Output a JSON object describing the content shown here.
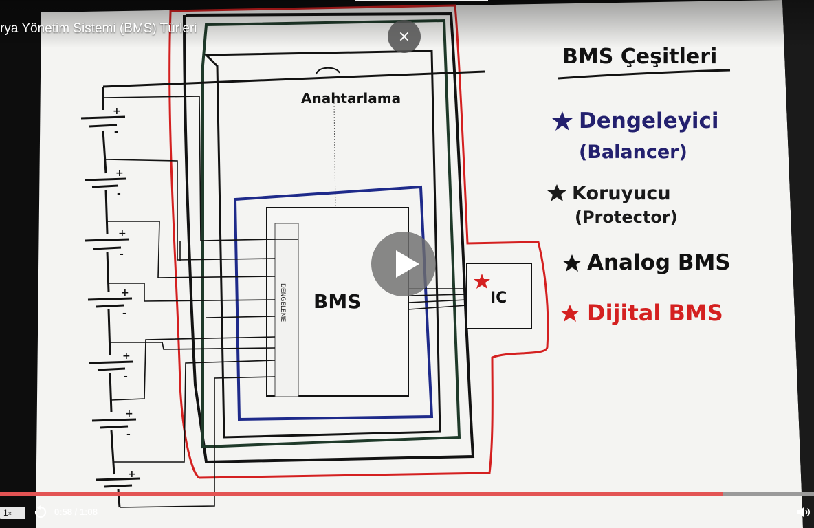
{
  "window": {
    "title": "rya Yönetim Sistemi (BMS) Türleri"
  },
  "overlay": {
    "close_icon": "close-icon",
    "close_glyph": "×",
    "play_icon": "play-icon"
  },
  "whiteboard": {
    "heading": "BMS Çeşitleri",
    "switch_label": "Anahtarlama",
    "bms_label": "BMS",
    "balancer_label": "DENGELEME",
    "ic_label": "IC",
    "types": [
      {
        "name": "Dengeleyici",
        "subtitle": "(Balancer)",
        "color": "#23206e"
      },
      {
        "name": "Koruyucu",
        "subtitle": "(Protector)",
        "color": "#1a1a1a"
      },
      {
        "name": "Analog BMS",
        "subtitle": "",
        "color": "#111111"
      },
      {
        "name": "Dijital BMS",
        "subtitle": "",
        "color": "#d42020"
      }
    ],
    "cells": [
      {
        "plus": "+",
        "minus": "-"
      },
      {
        "plus": "+",
        "minus": "-"
      },
      {
        "plus": "+",
        "minus": "-"
      },
      {
        "plus": "+",
        "minus": "-"
      },
      {
        "plus": "+",
        "minus": "-"
      },
      {
        "plus": "+",
        "minus": "-"
      },
      {
        "plus": "+",
        "minus": "-"
      }
    ],
    "colors": {
      "board": "#f4f4f2",
      "red_wire": "#d42020",
      "green_wire": "#1f3a2a",
      "blue_wire": "#1e2a8a"
    }
  },
  "player": {
    "speed": "1",
    "speed_suffix": "×",
    "time": "0:58 / 1:08",
    "progress": 0.888,
    "accent": "#e35454",
    "replay_icon": "replay-icon",
    "volume_icon": "volume-icon"
  }
}
